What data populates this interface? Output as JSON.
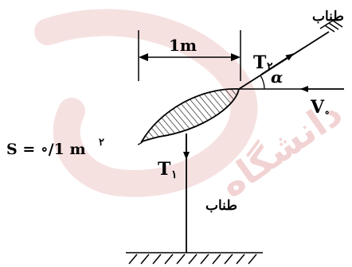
{
  "diagram": {
    "watermark_text": "دانشگاه",
    "rope_top_label": "طناب",
    "rope_bottom_label": "طناب",
    "width_label": "1m",
    "tension_top": "T",
    "tension_top_sub": "۲",
    "tension_bottom": "T",
    "tension_bottom_sub": "۱",
    "angle_label": "α",
    "velocity_label": "V",
    "velocity_sub": "∘",
    "area_label": "S = ∘/1 m",
    "area_sup": "۲",
    "colors": {
      "ink": "#000000",
      "watermark": "#f2d3d3"
    }
  }
}
